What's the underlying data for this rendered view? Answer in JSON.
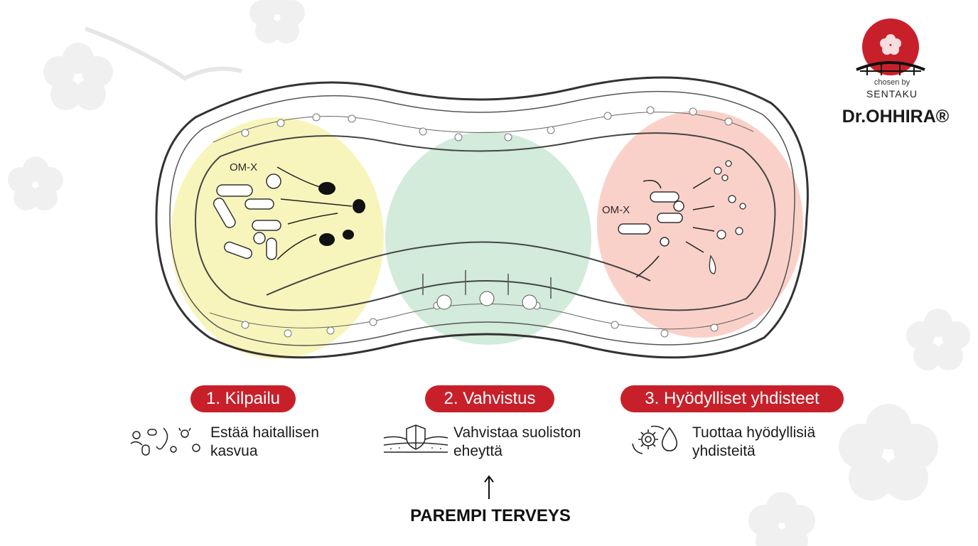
{
  "diagram": {
    "label_left": "OM-X",
    "label_right": "OM-X",
    "colors": {
      "left_zone": "#f7f3b0",
      "middle_zone": "#cde9d7",
      "right_zone": "#f9c9bf",
      "accent": "#c8202a"
    }
  },
  "steps": [
    {
      "title": "1. Kilpailu",
      "desc_line1": "Estää haitallisen",
      "desc_line2": "kasvua",
      "icon": "bacteria-icon"
    },
    {
      "title": "2. Vahvistus",
      "desc_line1": "Vahvistaa suoliston",
      "desc_line2": "eheyttä",
      "icon": "shield-icon"
    },
    {
      "title": "3. Hyödylliset yhdisteet",
      "desc_line1": "Tuottaa hyödyllisiä",
      "desc_line2": "yhdisteitä",
      "icon": "gear-drop-icon"
    }
  ],
  "result": {
    "label": "PAREMPI TERVEYS"
  },
  "brand": {
    "chosen_by": "chosen by",
    "sentaku": "SENTAKU",
    "name": "Dr.OHHIRA®"
  }
}
